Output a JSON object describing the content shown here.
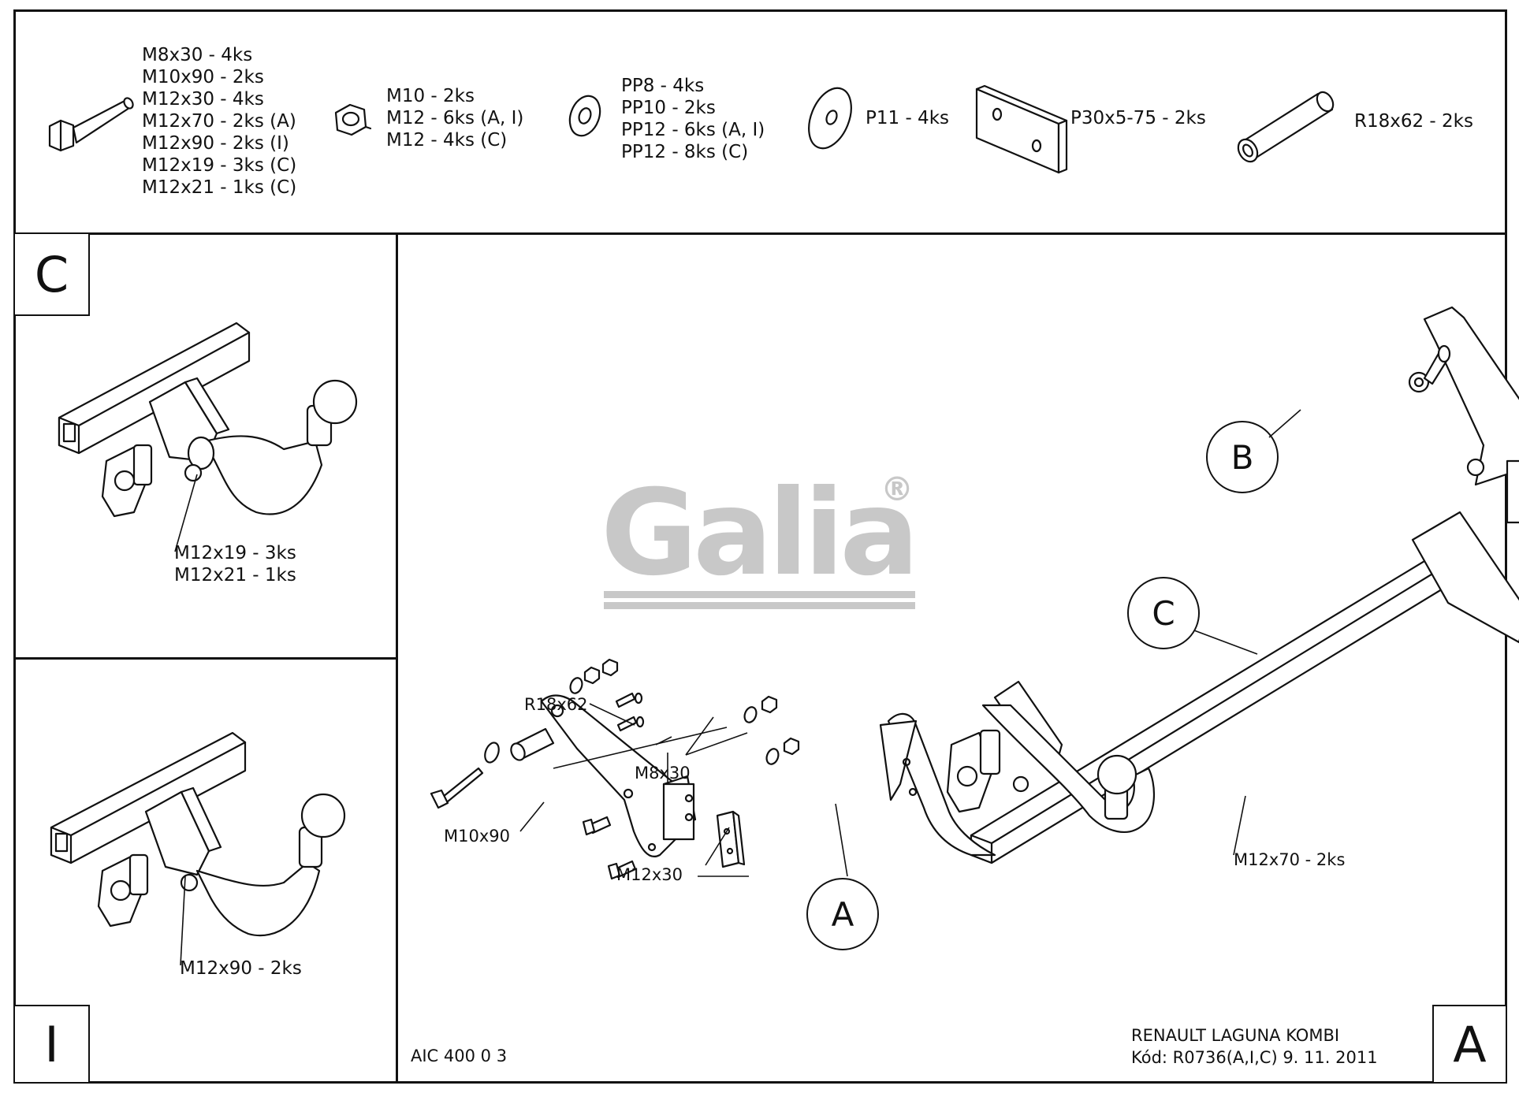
{
  "parts": {
    "bolts": [
      "M8x30 - 4ks",
      "M10x90 - 2ks",
      "M12x30 - 4ks",
      "M12x70 - 2ks (A)",
      "M12x90 - 2ks (I)",
      "M12x19 - 3ks (C)",
      "M12x21 - 1ks (C)"
    ],
    "nuts": [
      "M10 - 2ks",
      "M12 - 6ks (A, I)",
      "M12 - 4ks (C)"
    ],
    "washers": [
      "PP8 - 4ks",
      "PP10 - 2ks",
      "PP12 - 6ks (A, I)",
      "PP12 - 8ks (C)"
    ],
    "large_washer": "P11 - 4ks",
    "plate": "P30x5-75 - 2ks",
    "tube": "R18x62 - 2ks"
  },
  "panel_c": {
    "letter": "C",
    "labels": [
      "M12x19 - 3ks",
      "M12x21 - 1ks"
    ]
  },
  "panel_i": {
    "letter": "I",
    "label": "M12x90 - 2ks"
  },
  "main": {
    "logo": "Galia",
    "logo_mark": "®",
    "callouts": {
      "a": "A",
      "b": "B",
      "c": "C"
    },
    "labels": {
      "r18x62": "R18x62",
      "m8x30": "M8x30",
      "m10x90": "M10x90",
      "m12x30": "M12x30",
      "m12x70": "M12x70 - 2ks"
    },
    "code_left": "AIC 400 0 3",
    "vehicle": "RENAULT LAGUNA KOMBI",
    "code_line": "Kód: R0736(A,I,C)  9. 11. 2011",
    "variant_letter": "A"
  },
  "colors": {
    "line": "#111111",
    "logo": "#c8c8c8",
    "background": "#ffffff"
  }
}
